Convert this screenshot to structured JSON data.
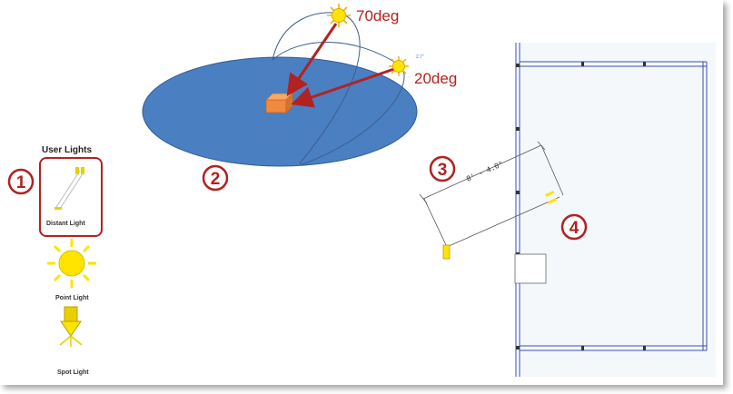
{
  "user_lights": {
    "title": "User Lights",
    "items": [
      {
        "label": "Distant Light",
        "icon": "distant-light-icon",
        "selected": true
      },
      {
        "label": "Point Light",
        "icon": "point-light-icon",
        "selected": false
      },
      {
        "label": "Spot Light",
        "icon": "spot-light-icon",
        "selected": false
      }
    ]
  },
  "sun_diagram": {
    "high_sun_label": "70deg",
    "low_sun_label": "20deg",
    "low_sun_tag": "2.7\""
  },
  "plan_view": {
    "dimension_label": "8' - 4.0\""
  },
  "callouts": [
    "1",
    "2",
    "3",
    "4"
  ],
  "colors": {
    "accent_red": "#b22222",
    "ellipse_fill": "#4a7fc1",
    "box_fill": "#f08a3c",
    "sun_yellow": "#ffe400",
    "wall_blue": "#3a4fa8"
  }
}
